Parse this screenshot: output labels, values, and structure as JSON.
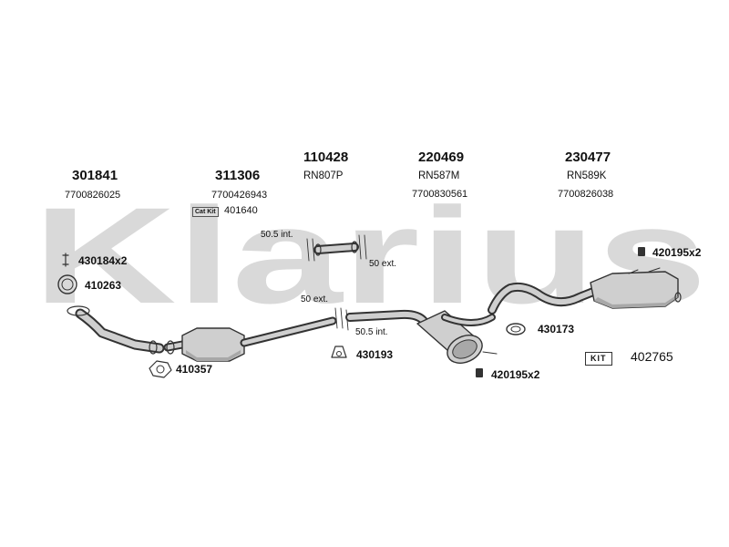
{
  "watermark": {
    "brand": "Klarius",
    "color": "#d9d9d9"
  },
  "colors": {
    "line": "#333333",
    "part_fill": "#cfcfcf",
    "part_fill_dark": "#a8a8a8"
  },
  "headers": [
    {
      "part": "301841",
      "oe": "7700826025"
    },
    {
      "part": "311306",
      "oe": "7700426943"
    },
    {
      "part": "110428",
      "oe": "RN807P"
    },
    {
      "part": "220469",
      "oe": "RN587M",
      "oe2": "7700830561"
    },
    {
      "part": "230477",
      "oe": "RN589K",
      "oe2": "7700826038"
    }
  ],
  "cat_kit": {
    "badge": "Cat Kit",
    "code": "401640"
  },
  "accessories": {
    "clamp_a": "430184x2",
    "gasket_ring": "410263",
    "gasket_flange": "410357",
    "hanger_mid": "430193",
    "hanger_rear_top": "420195x2",
    "rubber_ring": "430173",
    "hanger_rear_bottom": "420195x2"
  },
  "notes": {
    "top_left": "50.5 int.",
    "top_right": "50 ext.",
    "mid_left": "50 ext.",
    "mid_right": "50.5 int."
  },
  "kit": {
    "badge": "KIT",
    "code": "402765"
  }
}
